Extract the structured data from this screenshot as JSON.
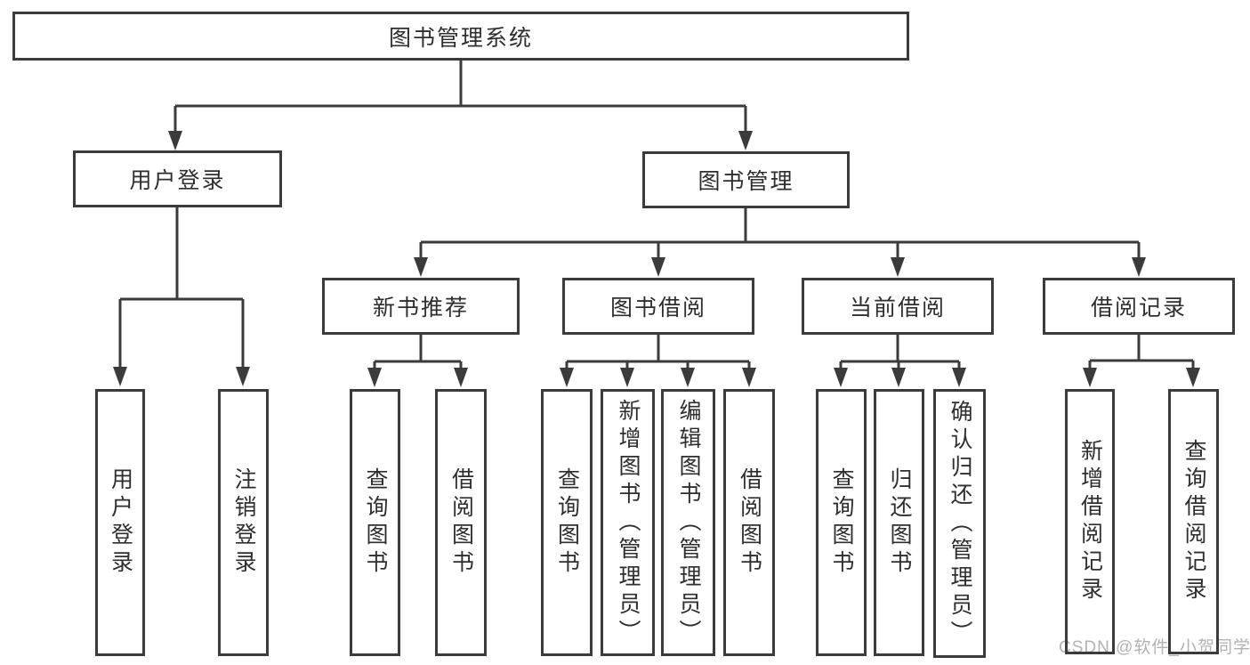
{
  "diagram": {
    "root": "图书管理系统",
    "user_login": {
      "label": "用户登录",
      "children": [
        "用户登录",
        "注销登录"
      ]
    },
    "book_mgmt": {
      "label": "图书管理",
      "children": [
        {
          "label": "新书推荐",
          "children": [
            "查询图书",
            "借阅图书"
          ]
        },
        {
          "label": "图书借阅",
          "children": [
            "查询图书",
            "新增图书（管理员）",
            "编辑图书（管理员）",
            "借阅图书"
          ]
        },
        {
          "label": "当前借阅",
          "children": [
            "查询图书",
            "归还图书",
            "确认归还（管理员）"
          ]
        },
        {
          "label": "借阅记录",
          "children": [
            "新增借阅记录",
            "查询借阅记录"
          ]
        }
      ]
    },
    "colors": {
      "line": "#3b3b3b",
      "watermark": "#b2b2b2"
    },
    "watermark": "CSDN @软件_小贺同学"
  }
}
